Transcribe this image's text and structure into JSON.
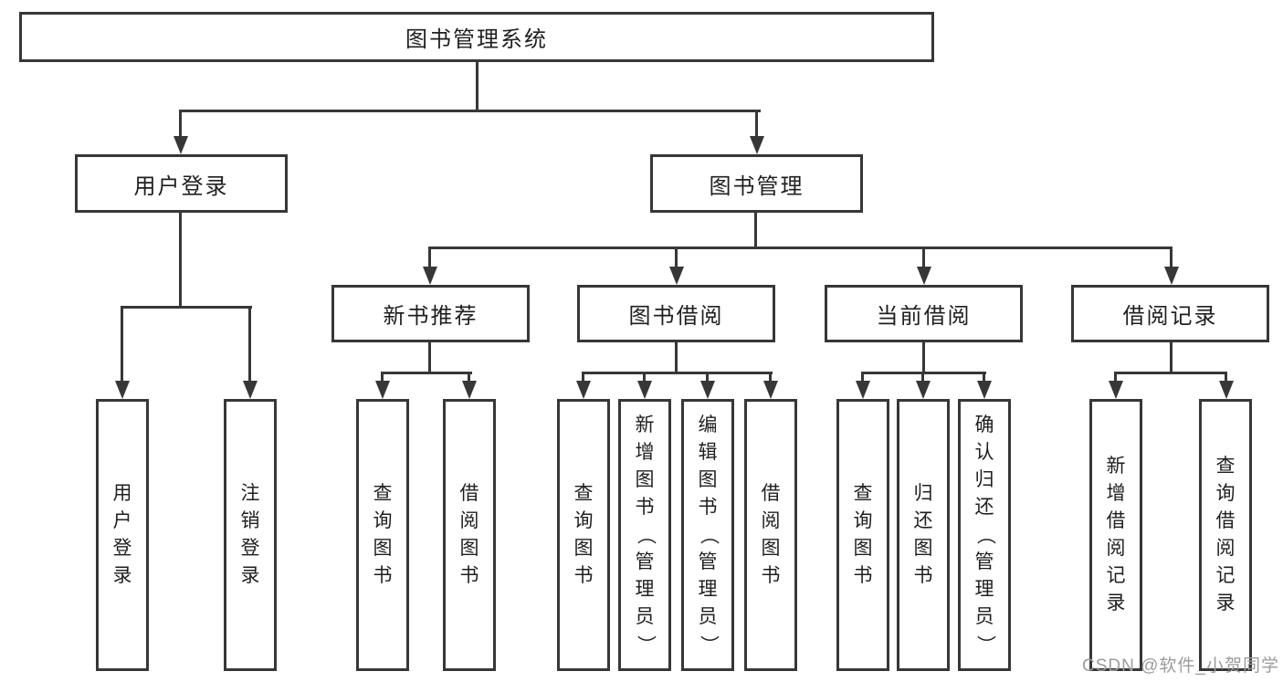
{
  "tree": {
    "root": {
      "label": "图书管理系统"
    },
    "level2": [
      {
        "label": "用户登录",
        "children": [
          {
            "label": "用户登录"
          },
          {
            "label": "注销登录"
          }
        ]
      },
      {
        "label": "图书管理",
        "children": [
          {
            "label": "新书推荐",
            "children": [
              {
                "label": "查询图书"
              },
              {
                "label": "借阅图书"
              }
            ]
          },
          {
            "label": "图书借阅",
            "children": [
              {
                "label": "查询图书"
              },
              {
                "label": "新增图书（管理员）"
              },
              {
                "label": "编辑图书（管理员）"
              },
              {
                "label": "借阅图书"
              }
            ]
          },
          {
            "label": "当前借阅",
            "children": [
              {
                "label": "查询图书"
              },
              {
                "label": "归还图书"
              },
              {
                "label": "确认归还（管理员）"
              }
            ]
          },
          {
            "label": "借阅记录",
            "children": [
              {
                "label": "新增借阅记录"
              },
              {
                "label": "查询借阅记录"
              }
            ]
          }
        ]
      }
    ]
  },
  "watermark": {
    "text": "CSDN @软件_小贺同学"
  },
  "colors": {
    "line": "#373737",
    "text": "#1f1f1f",
    "watermark": "#9c9c9c",
    "background": "#ffffff"
  }
}
